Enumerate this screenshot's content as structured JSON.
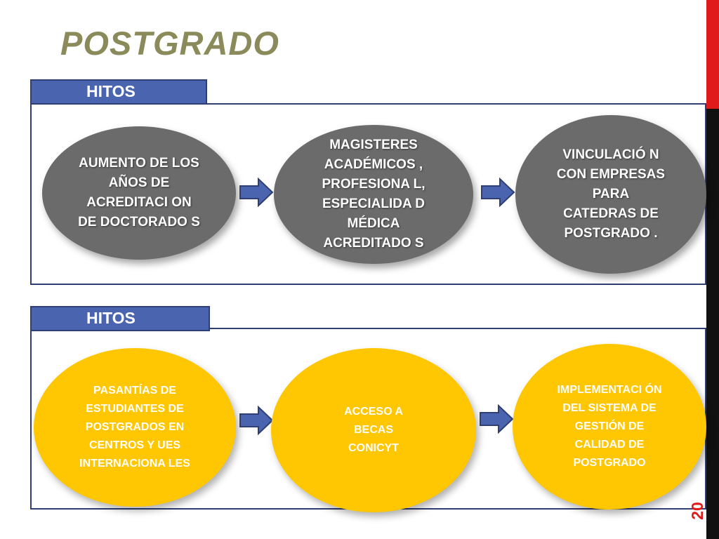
{
  "slide": {
    "title": "POSTGRADO",
    "page_number": "20"
  },
  "colors": {
    "title": "#8a8a5a",
    "tab": "#4b64b0",
    "frame_border": "#2f3f73",
    "gray_oval": "#6b6b6b",
    "yellow_oval": "#ffc602",
    "arrow": "#4b64b0",
    "accent_red": "#e0191b",
    "accent_black": "#111111"
  },
  "sections": [
    {
      "tab_label": "HITOS",
      "items": [
        "AUMENTO DE LOS AÑOS DE ACREDITACI ON DE DOCTORADO S",
        "MAGISTERES ACADÉMICOS , PROFESIONA L, ESPECIALIDA D MÉDICA ACREDITADO S",
        "VINCULACIÓ N CON EMPRESAS PARA CATEDRAS DE POSTGRADO ."
      ]
    },
    {
      "tab_label": "HITOS",
      "items": [
        "PASANTÍAS DE ESTUDIANTES DE POSTGRADOS EN CENTROS Y UES INTERNACIONA LES",
        "ACCESO A BECAS CONICYT",
        "IMPLEMENTACI ÓN DEL SISTEMA DE GESTIÓN DE CALIDAD DE POSTGRADO"
      ]
    }
  ]
}
